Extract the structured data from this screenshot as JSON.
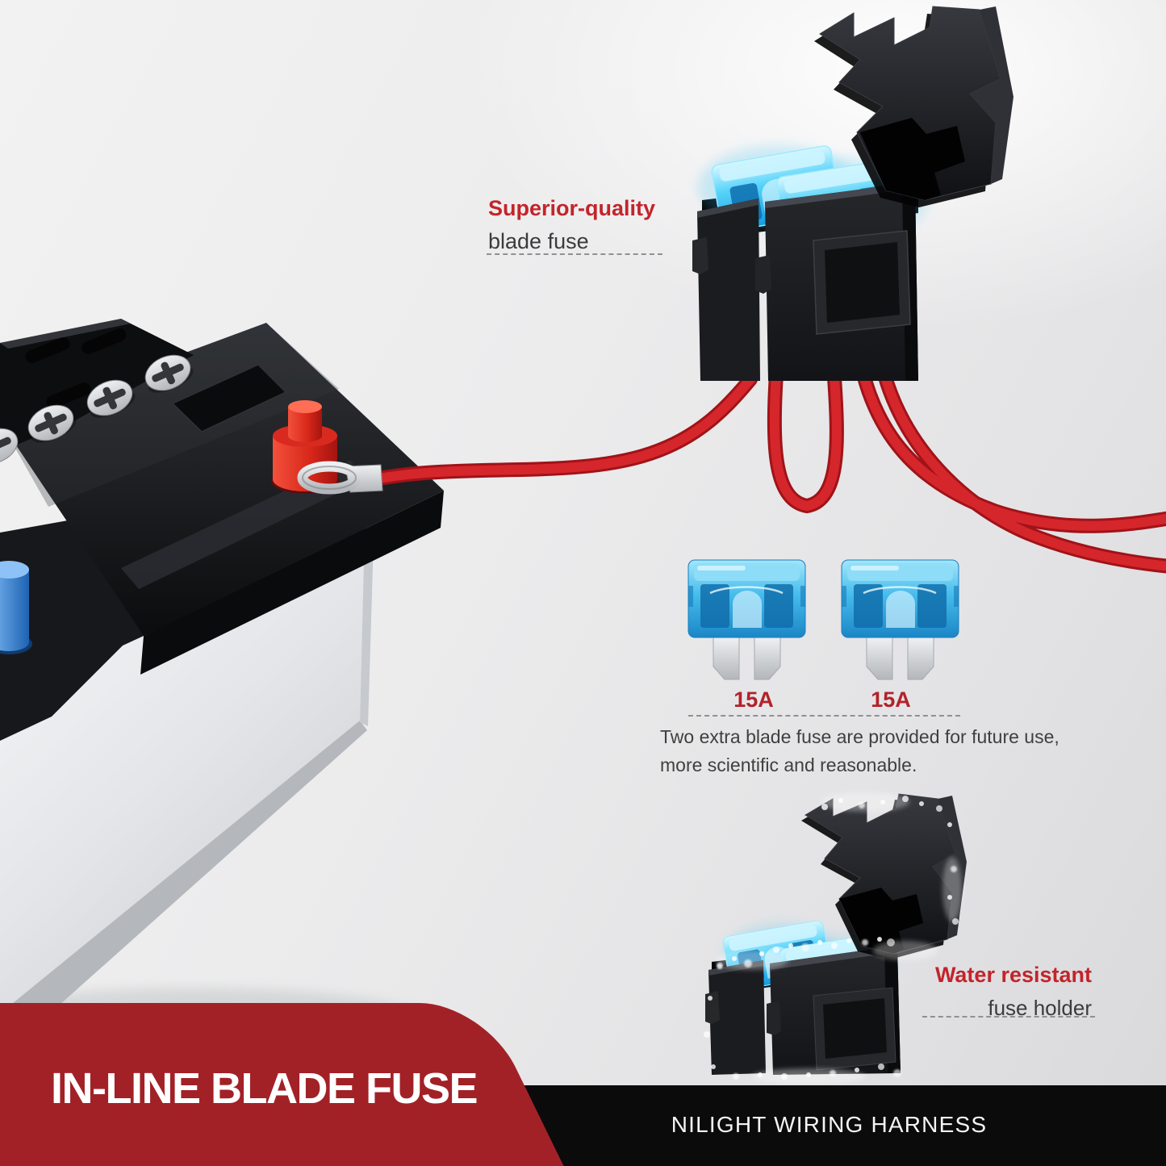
{
  "callouts": {
    "blade_fuse": {
      "title": "Superior-quality",
      "subtitle": "blade fuse"
    },
    "spare_fuses": {
      "left_amp": "15A",
      "right_amp": "15A",
      "note_line1": "Two extra blade fuse are provided for future use,",
      "note_line2": "more scientific and reasonable."
    },
    "fuse_holder": {
      "title": "Water resistant",
      "subtitle": "fuse holder"
    }
  },
  "footer": {
    "headline": "IN-LINE BLADE FUSE",
    "brand_line": "NILIGHT WIRING HARNESS"
  },
  "colors": {
    "accent_red": "#a22127",
    "callout_red": "#c3242b",
    "amp_red": "#b2222a",
    "body_text": "#3b3b3b",
    "footer_bar": "#0b0b0c",
    "wire_red": "#d5262c",
    "fuse_blue": "#45bcec"
  }
}
